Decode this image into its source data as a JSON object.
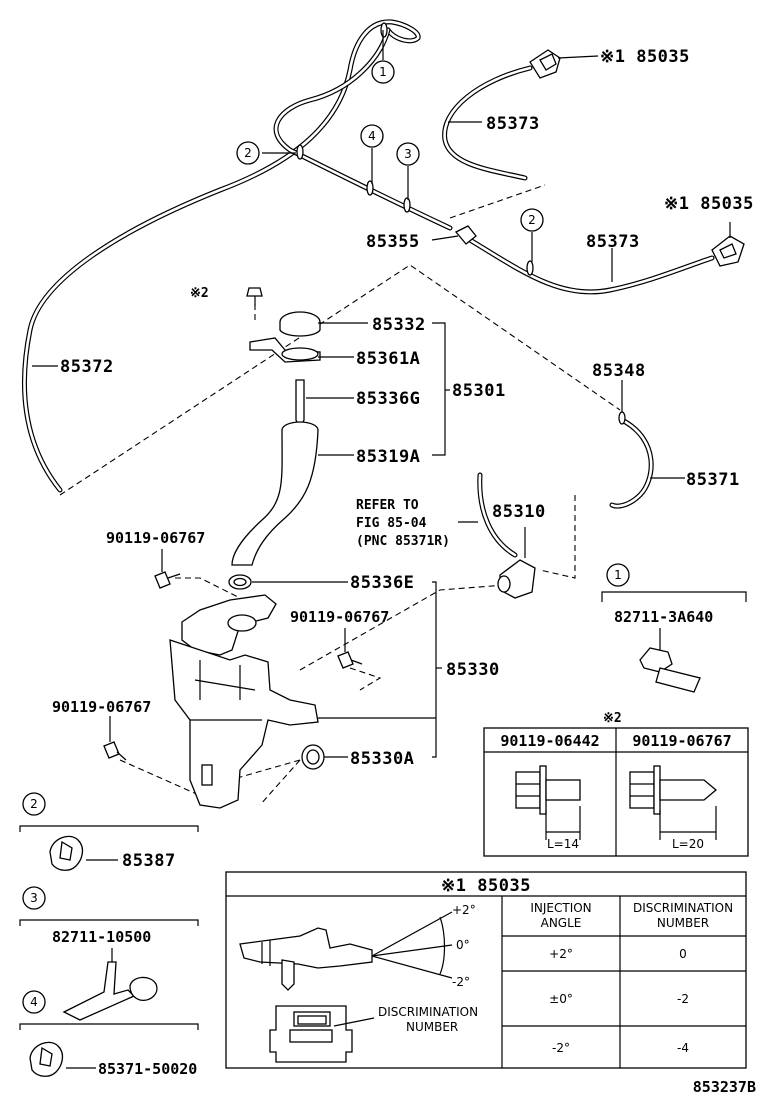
{
  "labels": {
    "p85035_top": "※1 85035",
    "p85373_top": "85373",
    "p85035_right": "※1 85035",
    "p85355": "85355",
    "p85373_right": "85373",
    "p85332": "85332",
    "p85361A": "85361A",
    "p85301": "85301",
    "p85336G": "85336G",
    "p85372": "85372",
    "p85348": "85348",
    "p85319A": "85319A",
    "p85371": "85371",
    "refer_line1": "REFER TO",
    "refer_line2": "FIG 85-04",
    "refer_line3": "(PNC 85371R)",
    "p85310": "85310",
    "bolt1": "90119-06767",
    "p85336E": "85336E",
    "bolt2": "90119-06767",
    "p85330": "85330",
    "bolt3": "90119-06767",
    "p85330A": "85330A",
    "note2_star": "※2",
    "p85387": "85387",
    "p82711_10500": "82711-10500",
    "p85371_50020": "85371-50020",
    "p82711_3A640": "82711-3A640",
    "diagram_id": "853237B"
  },
  "callouts": [
    "1",
    "2",
    "3",
    "4"
  ],
  "bolt_table": {
    "title": "※2",
    "col1": "90119-06442",
    "col2": "90119-06767",
    "len1": "L=14",
    "len2": "L=20"
  },
  "nozzle_table": {
    "title": "※1 85035",
    "header_angle": "INJECTION ANGLE",
    "header_disc": "DISCRIMINATION NUMBER",
    "rows": [
      {
        "angle": "+2°",
        "disc": "0"
      },
      {
        "angle": "±0°",
        "disc": "-2"
      },
      {
        "angle": "-2°",
        "disc": "-4"
      }
    ],
    "angle_plus": "+2°",
    "angle_zero": "0°",
    "angle_minus": "-2°",
    "disc_label_1": "DISCRIMINATION",
    "disc_label_2": "NUMBER"
  }
}
